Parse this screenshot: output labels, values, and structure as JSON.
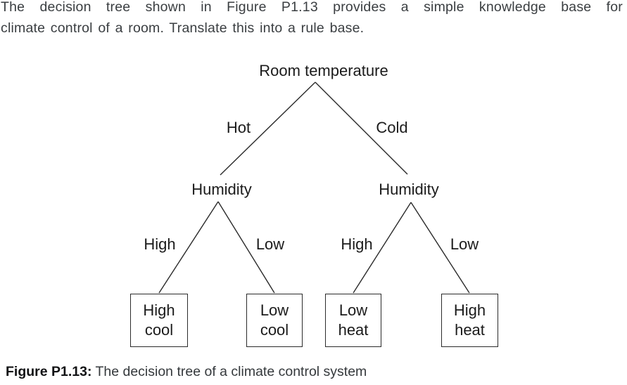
{
  "problem": {
    "lines": [
      "The decision tree shown in Figure P1.13 provides a simple knowledge base for",
      "climate control of a room. Translate this into a rule base."
    ]
  },
  "tree": {
    "root_label": "Room temperature",
    "branches": {
      "hot": "Hot",
      "cold": "Cold"
    },
    "humidity_left": "Humidity",
    "humidity_right": "Humidity",
    "sub_branches": {
      "left_high": "High",
      "left_low": "Low",
      "right_high": "High",
      "right_low": "Low"
    },
    "leaves": [
      {
        "line1": "High",
        "line2": "cool"
      },
      {
        "line1": "Low",
        "line2": "cool"
      },
      {
        "line1": "Low",
        "line2": "heat"
      },
      {
        "line1": "High",
        "line2": "heat"
      }
    ]
  },
  "caption": {
    "label": "Figure P1.13:",
    "text": "The decision tree of a climate control system"
  },
  "colors": {
    "background": "#ffffff",
    "body_text": "#3a3e41",
    "tree_text": "#1b1b1b",
    "tree_line": "#2b2b2b"
  }
}
